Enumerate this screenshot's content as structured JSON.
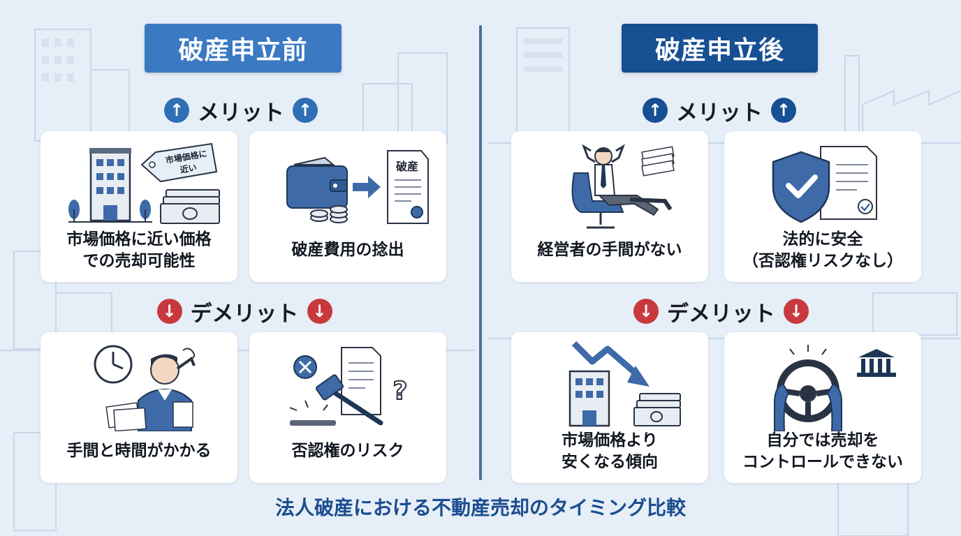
{
  "before": {
    "title": "破産申立前",
    "merit_heading": "メリット",
    "demerit_heading": "デメリット",
    "merits": [
      {
        "label": "市場価格に近い価格\nでの売却可能性",
        "tag_text": "市場価格に\n近い"
      },
      {
        "label": "破産費用の捻出",
        "doc_text": "破産"
      }
    ],
    "demerits": [
      {
        "label": "手間と時間がかかる"
      },
      {
        "label": "否認権のリスク"
      }
    ]
  },
  "after": {
    "title": "破産申立後",
    "merit_heading": "メリット",
    "demerit_heading": "デメリット",
    "merits": [
      {
        "label": "経営者の手間がない"
      },
      {
        "label": "法的に安全\n（否認権リスクなし）"
      }
    ],
    "demerits": [
      {
        "label": "市場価格より\n安くなる傾向"
      },
      {
        "label": "自分では売却を\nコントロールできない"
      }
    ]
  },
  "footer_title": "法人破産における不動産売却のタイミング比較",
  "icons": {
    "up_arrow": "arrow-up-icon",
    "down_arrow": "arrow-down-icon"
  },
  "colors": {
    "before_title_bg": "#3b79c2",
    "after_title_bg": "#174f93",
    "merit_arrow": "#2f6fb5",
    "demerit_arrow": "#c8393d",
    "footer_text": "#1b4d8f"
  }
}
